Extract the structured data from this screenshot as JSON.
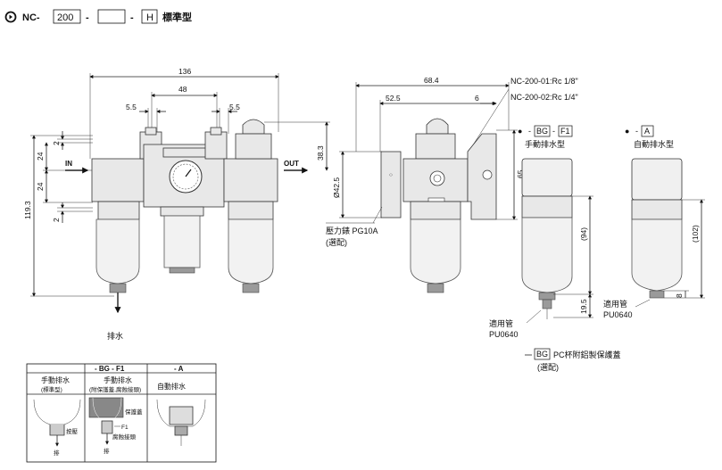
{
  "header": {
    "prefix": "NC-",
    "size_code": "200",
    "sep1": "-",
    "port_blank": "",
    "sep2": "-",
    "type_code": "H",
    "type_label": "標準型"
  },
  "front_view": {
    "width_total": "136",
    "width_inner": "48",
    "offset_left": "5.5",
    "offset_right": "5.5",
    "height_total": "119.3",
    "height_upper": "24",
    "height_lower": "24",
    "gap_top": "2",
    "gap_bottom": "2",
    "inlet_label": "IN",
    "outlet_label": "OUT",
    "drain_label": "排水",
    "height_gauge": "38.3",
    "gauge_diameter": "Ø42.5"
  },
  "side_view": {
    "width_total": "68.4",
    "width_mid": "52.5",
    "width_small": "6",
    "height": "65",
    "port_note_1": "NC-200-01:Rc 1/8\"",
    "port_note_2": "NC-200-02:Rc 1/4\"",
    "gauge_label": "壓力錶 PG10A",
    "gauge_note": "(選配)"
  },
  "manual_drain": {
    "bullet": "●",
    "code1": "BG",
    "dash": "-",
    "code2": "F1",
    "title": "手動排水型",
    "height": "(94)",
    "dim_19_5": "19.5",
    "tube_label": "適用管",
    "tube_model": "PU0640"
  },
  "auto_drain": {
    "bullet": "●",
    "code": "A",
    "title": "自動排水型",
    "height": "(102)",
    "dim_8": "8",
    "tube_label": "適用管",
    "tube_model": "PU0640"
  },
  "bg_note": {
    "code": "BG",
    "text": "PC杯附鋁製保護蓋",
    "note": "(選配)"
  },
  "drain_table": {
    "headers": [
      "",
      "- BG - F1",
      "- A"
    ],
    "titles": [
      "手動排水\n(標準型)",
      "手動排水\n(附保護蓋,腐蝕接頭)",
      "自動排水"
    ],
    "title_col1_line1": "手動排水",
    "title_col1_line2": "(標準型)",
    "title_col2_line1": "手動排水",
    "title_col2_line2": "(附保護蓋,腐蝕接頭)",
    "title_col3": "自動排水",
    "col1_note_push": "按壓",
    "col1_note_drain": "排",
    "col2_note_cover": "保護蓋",
    "col2_note_f1": "F1",
    "col2_note_fitting": "腐蝕接頭",
    "col2_note_drain": "排"
  },
  "colors": {
    "line": "#222222",
    "body_fill": "#e8e8e8",
    "background": "#ffffff"
  }
}
